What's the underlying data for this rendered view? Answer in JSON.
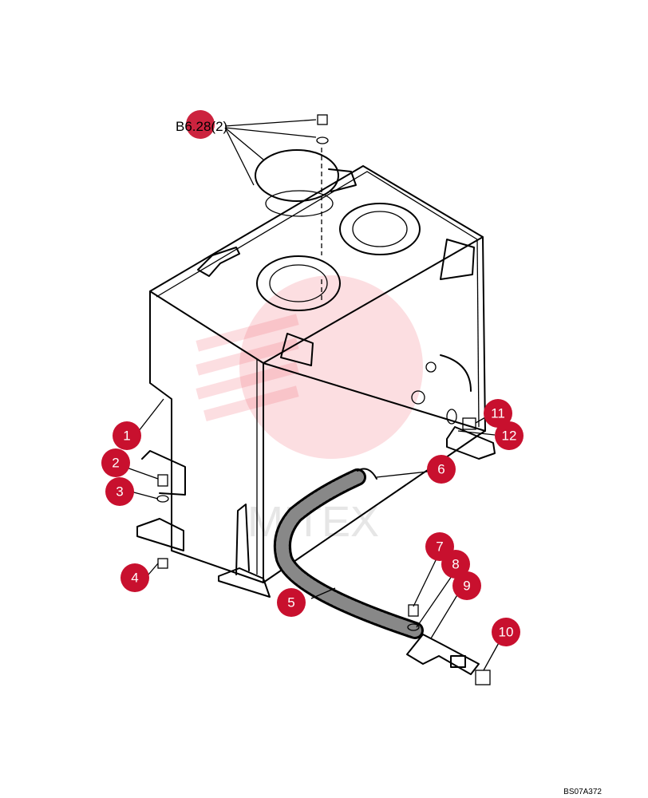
{
  "reference": {
    "text": "B6.28(2)"
  },
  "drawing_code": "BS07A372",
  "watermark": {
    "text": "MITEX"
  },
  "callouts": [
    {
      "id": "1",
      "label": "1"
    },
    {
      "id": "2",
      "label": "2"
    },
    {
      "id": "3",
      "label": "3"
    },
    {
      "id": "4",
      "label": "4"
    },
    {
      "id": "5",
      "label": "5"
    },
    {
      "id": "6",
      "label": "6"
    },
    {
      "id": "7",
      "label": "7"
    },
    {
      "id": "8",
      "label": "8"
    },
    {
      "id": "9",
      "label": "9"
    },
    {
      "id": "10",
      "label": "10"
    },
    {
      "id": "11",
      "label": "11"
    },
    {
      "id": "12",
      "label": "12"
    }
  ],
  "colors": {
    "badge": "#c8102e",
    "line": "#000000",
    "watermark": "#f06a78"
  }
}
